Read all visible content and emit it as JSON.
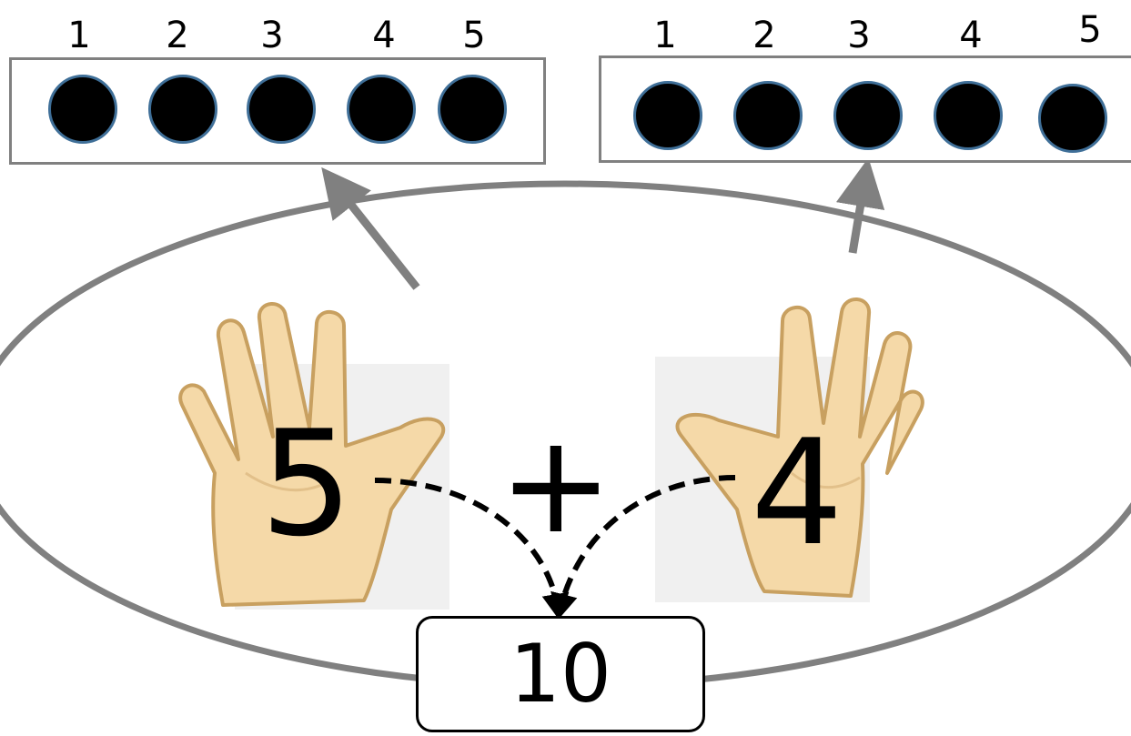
{
  "frames": {
    "left": {
      "labels": [
        "1",
        "2",
        "3",
        "4",
        "5"
      ],
      "filled": 5
    },
    "right": {
      "labels": [
        "1",
        "2",
        "3",
        "4",
        "5"
      ],
      "filled": 5
    }
  },
  "equation": {
    "left_operand": "5",
    "operator": "+",
    "right_operand": "4",
    "result": "10"
  },
  "colors": {
    "frame_border": "#808080",
    "dot_fill": "#000000",
    "dot_border": "#3f6f98",
    "ellipse": "#808080",
    "hand_fill": "#f5d9a8",
    "hand_outline": "#c8a060"
  },
  "icons": {
    "hand": "open-hand-icon"
  }
}
